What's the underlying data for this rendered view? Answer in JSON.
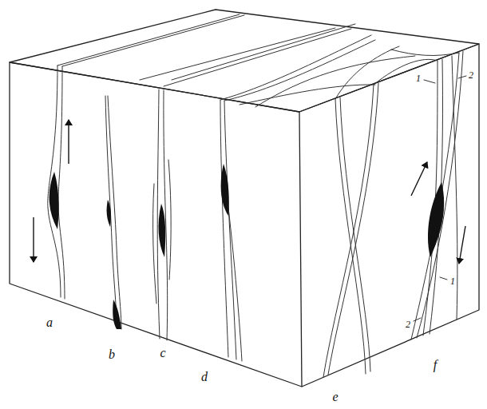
{
  "diagram": {
    "labels": [
      "a",
      "b",
      "c",
      "d",
      "e",
      "f",
      "1",
      "2",
      "1",
      "2"
    ]
  }
}
